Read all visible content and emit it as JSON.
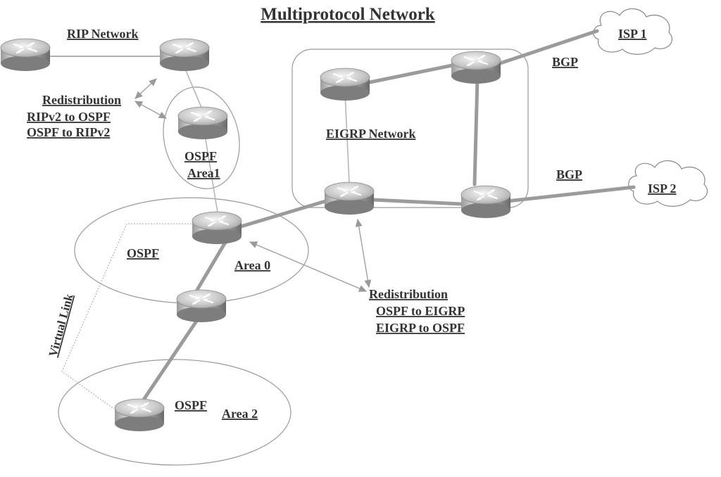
{
  "title": "Multiprotocol Network",
  "rip": {
    "network_label": "RIP Network"
  },
  "redistribution_rip": {
    "heading": "Redistribution",
    "line1": "RIPv2 to OSPF",
    "line2": "OSPF to RIPv2"
  },
  "ospf_area1": {
    "line1": "OSPF",
    "line2": "Area1"
  },
  "ospf_area0": {
    "ospf": "OSPF",
    "area": "Area 0"
  },
  "ospf_area2": {
    "ospf": "OSPF",
    "area": "Area 2"
  },
  "virtual_link": "Virtual Link",
  "eigrp": {
    "network_label": "EIGRP Network"
  },
  "bgp": {
    "top": "BGP",
    "bottom": "BGP"
  },
  "isp": {
    "isp1": "ISP 1",
    "isp2": "ISP 2"
  },
  "redistribution_eigrp": {
    "heading": "Redistribution",
    "line1": "OSPF to EIGRP",
    "line2": "EIGRP to OSPF"
  }
}
